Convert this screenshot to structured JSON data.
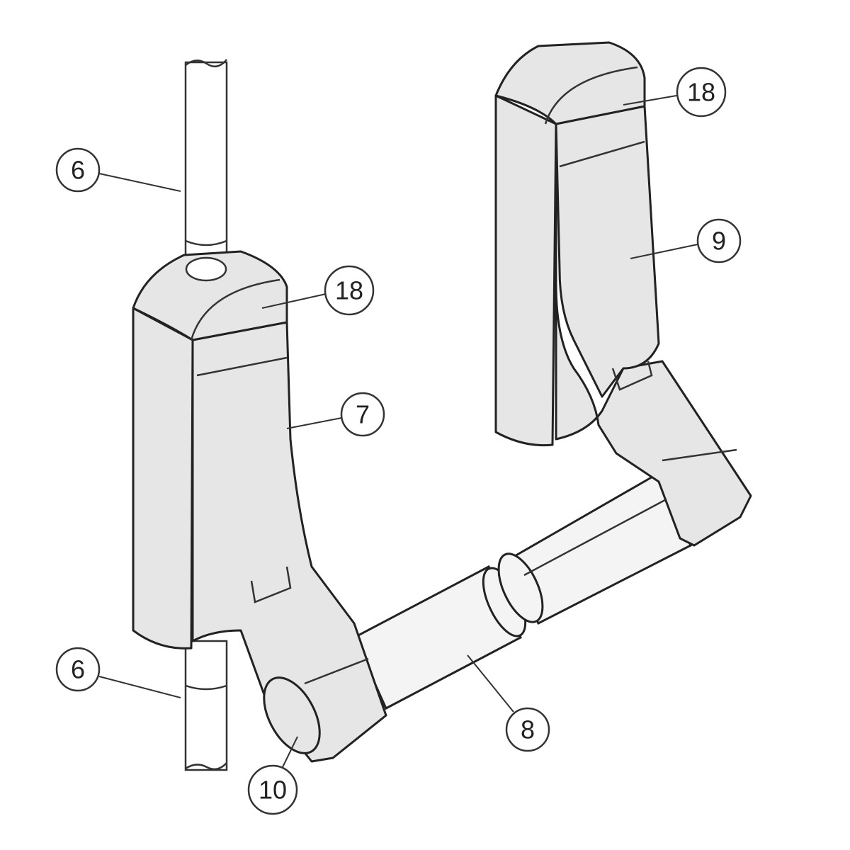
{
  "diagram": {
    "callouts": [
      {
        "id": "rod-upper",
        "label": "6"
      },
      {
        "id": "cap-right",
        "label": "18"
      },
      {
        "id": "housing-right",
        "label": "9"
      },
      {
        "id": "cap-left",
        "label": "18"
      },
      {
        "id": "housing-left",
        "label": "7"
      },
      {
        "id": "rod-lower",
        "label": "6"
      },
      {
        "id": "push-bar",
        "label": "8"
      },
      {
        "id": "bar-end",
        "label": "10"
      }
    ],
    "colors": {
      "part": "#e6e6e6",
      "line": "#222222"
    }
  }
}
